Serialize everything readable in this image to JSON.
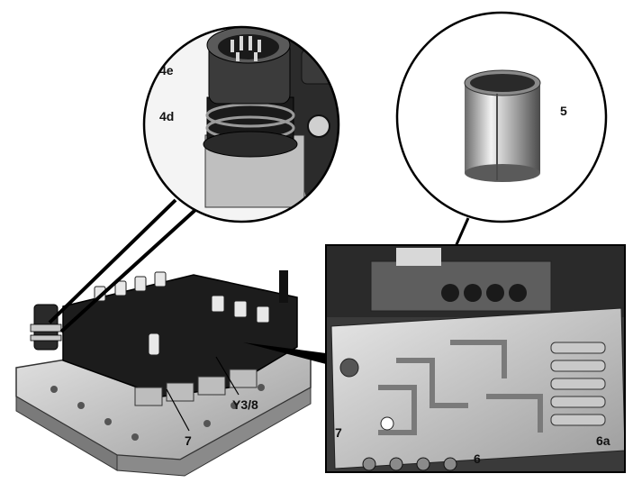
{
  "labels": {
    "connector_pins": "4e",
    "o_rings": "4d",
    "sleeve": "5",
    "valve_body_main": "7",
    "valve_body_detail": "7",
    "sensor_cover": "Y3/8",
    "plate_point_a": "6a",
    "plate_point_b": "6"
  },
  "colors": {
    "outline": "#000000",
    "metal_light": "#d9d9d9",
    "metal_mid": "#a8a8a8",
    "metal_dark": "#6e6e6e",
    "plastic": "#1c1c1c",
    "background": "#ffffff"
  }
}
